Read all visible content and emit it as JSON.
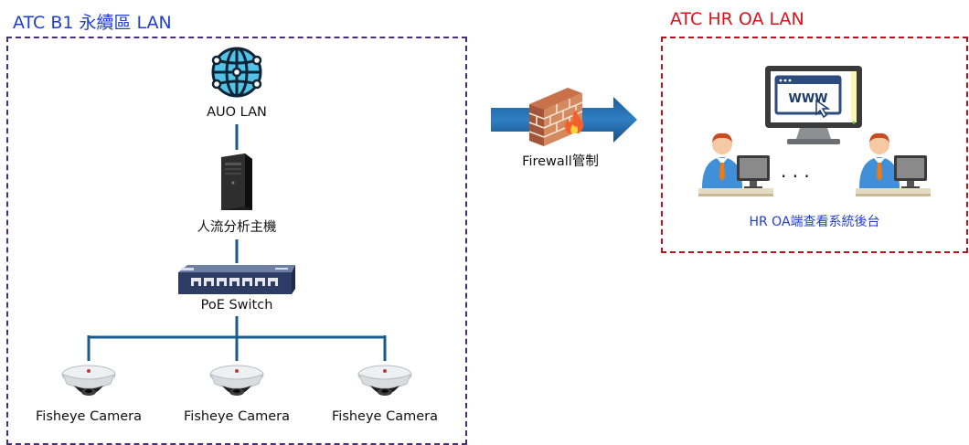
{
  "colors": {
    "left_zone": "#4a2d7a",
    "left_title": "#1f3fcf",
    "right_zone": "#c0121d",
    "right_title": "#d8141e",
    "link": "#1b5b8c",
    "oa_label": "#1f3fcf"
  },
  "zones": {
    "left": {
      "title": "ATC B1 永續區 LAN"
    },
    "right": {
      "title": "ATC HR OA LAN"
    }
  },
  "nodes": {
    "auo_lan": {
      "label": "AUO LAN",
      "icon": "globe-network-icon"
    },
    "host": {
      "label": "人流分析主機",
      "icon": "tower-server-icon"
    },
    "switch": {
      "label": "PoE Switch",
      "icon": "network-switch-icon"
    },
    "cameras": [
      {
        "label": "Fisheye Camera",
        "icon": "dome-camera-icon"
      },
      {
        "label": "Fisheye Camera",
        "icon": "dome-camera-icon"
      },
      {
        "label": "Fisheye Camera",
        "icon": "dome-camera-icon"
      }
    ],
    "firewall": {
      "label": "Firewall管制",
      "icon": "firewall-icon"
    },
    "oa_system": {
      "label": "HR OA端查看系統後台",
      "icon": "monitor-www-icon",
      "screen_text": "WWW"
    },
    "users": {
      "ellipsis": ". . .",
      "icon": "person-computer-icon"
    }
  }
}
